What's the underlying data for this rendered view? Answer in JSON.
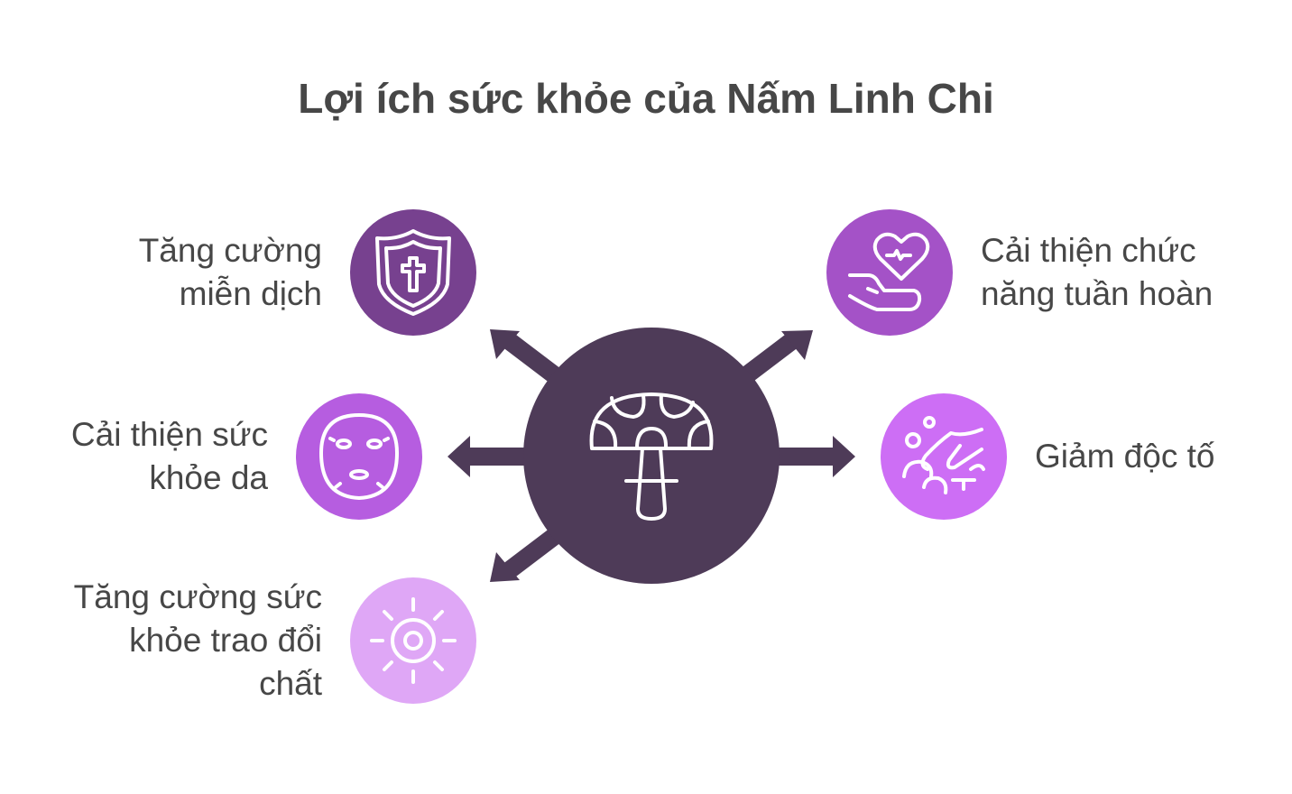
{
  "title": "Lợi ích sức khỏe của Nấm Linh Chi",
  "center": {
    "icon": "mushroom-icon",
    "color": "#4e3b58"
  },
  "benefits": [
    {
      "label_lines": [
        "Tăng cường",
        "miễn dịch"
      ],
      "icon": "shield-cross-icon",
      "color": "#77418f"
    },
    {
      "label_lines": [
        "Cải thiện sức",
        "khỏe da"
      ],
      "icon": "face-mask-icon",
      "color": "#b65de0"
    },
    {
      "label_lines": [
        "Tăng cường sức",
        "khỏe trao đổi",
        "chất"
      ],
      "icon": "sun-icon",
      "color": "#dfa7f6"
    },
    {
      "label_lines": [
        "Cải thiện chức",
        "năng tuần hoàn"
      ],
      "icon": "heart-hand-icon",
      "color": "#a452c7"
    },
    {
      "label_lines": [
        "Giảm độc tố"
      ],
      "icon": "washing-hand-icon",
      "color": "#cd6ef5"
    }
  ]
}
